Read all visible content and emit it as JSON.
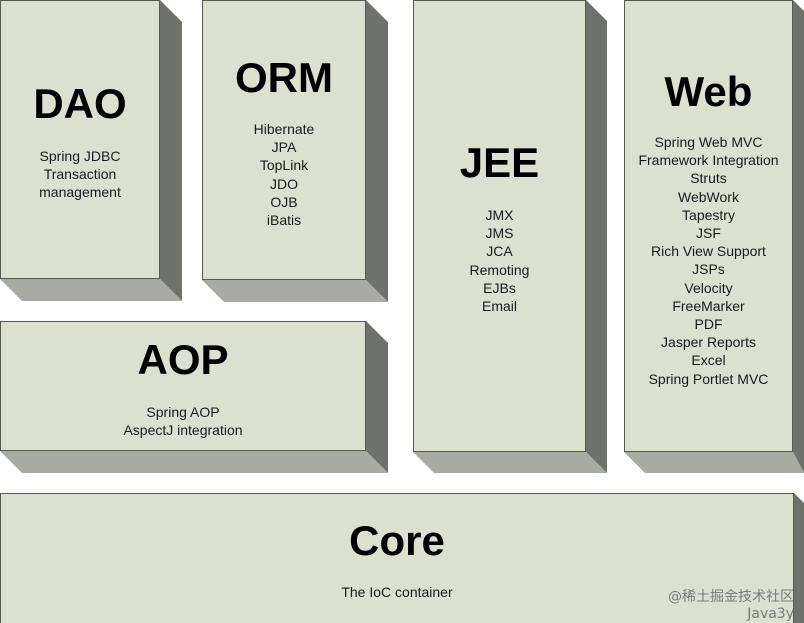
{
  "modules": {
    "dao": {
      "title": "DAO",
      "items": [
        "Spring JDBC",
        "Transaction",
        "management"
      ]
    },
    "orm": {
      "title": "ORM",
      "items": [
        "Hibernate",
        "JPA",
        "TopLink",
        "JDO",
        "OJB",
        "iBatis"
      ]
    },
    "jee": {
      "title": "JEE",
      "items": [
        "JMX",
        "JMS",
        "JCA",
        "Remoting",
        "EJBs",
        "Email"
      ]
    },
    "web": {
      "title": "Web",
      "items": [
        "Spring Web MVC",
        "Framework Integration",
        "Struts",
        "WebWork",
        "Tapestry",
        "JSF",
        "Rich View Support",
        "JSPs",
        "Velocity",
        "FreeMarker",
        "PDF",
        "Jasper Reports",
        "Excel",
        "Spring Portlet MVC"
      ]
    },
    "aop": {
      "title": "AOP",
      "items": [
        "Spring AOP",
        "AspectJ integration"
      ]
    },
    "core": {
      "title": "Core",
      "items": [
        "The IoC container"
      ]
    }
  },
  "watermark": {
    "line1": "@稀土掘金技术社区",
    "line2": "Java3y"
  },
  "colors": {
    "face": "#dbe0d0",
    "side": "#6f726c",
    "bottom": "#a8aba3",
    "border": "#55594f"
  }
}
